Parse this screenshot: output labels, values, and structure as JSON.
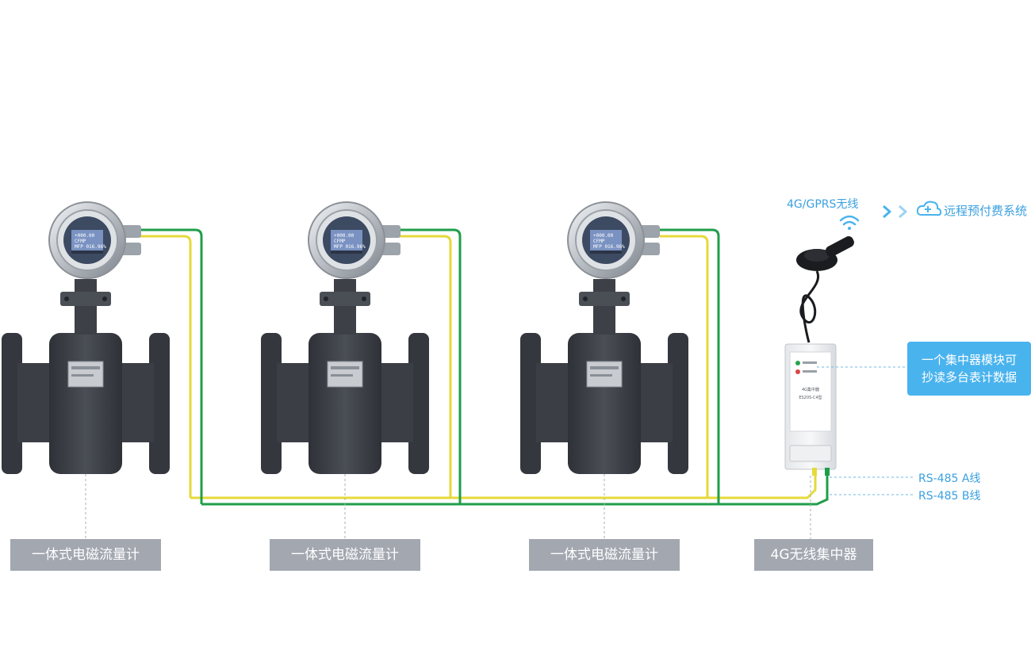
{
  "labels": {
    "meter_1": "一体式电磁流量计",
    "meter_2": "一体式电磁流量计",
    "meter_3": "一体式电磁流量计",
    "concentrator": "4G无线集中器"
  },
  "wireless": {
    "label": "4G/GPRS无线",
    "remote_system": "远程预付费系统"
  },
  "callout": {
    "line1": "一个集中器模块可",
    "line2": "抄读多台表计数据"
  },
  "rs485": {
    "a_line": "RS-485 A线",
    "b_line": "RS-485 B线"
  },
  "meter_display": {
    "line1": "+000.00",
    "line2": "CFMP",
    "line3": "MFP 016.96%"
  },
  "device_labels": {
    "model": "ES20S-C4型",
    "name": "4G集中器"
  },
  "colors": {
    "wire_green": "#1f9e4a",
    "wire_yellow": "#e5da3a",
    "accent_blue": "#49b3ee",
    "label_gray": "#a2a7b0",
    "meter_body": "#3a3d44"
  }
}
